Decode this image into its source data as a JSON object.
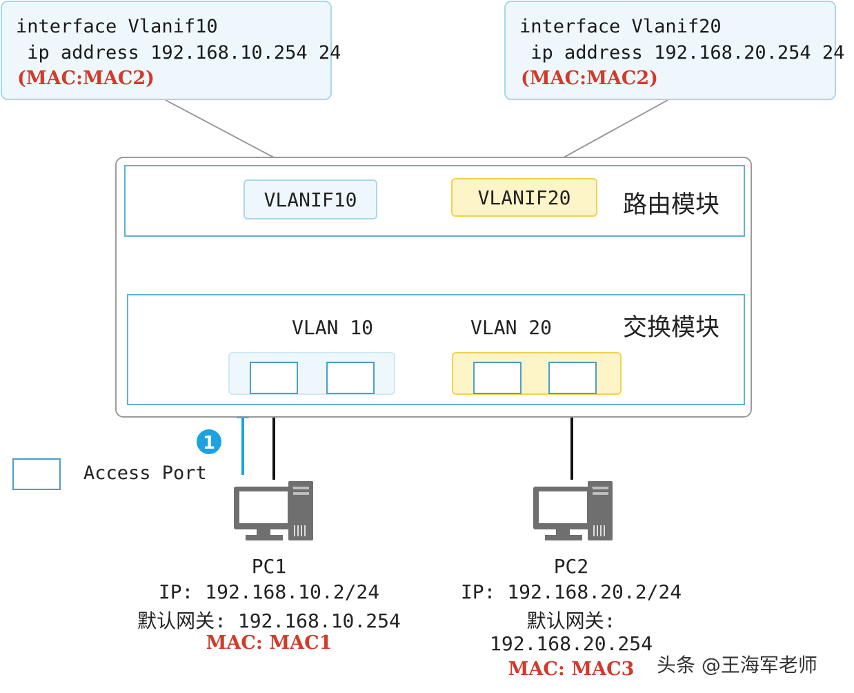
{
  "callouts": {
    "left": {
      "line1": "interface Vlanif10",
      "line2": " ip address 192.168.10.254 24",
      "mac": "(MAC:MAC2)"
    },
    "right": {
      "line1": "interface Vlanif20",
      "line2": " ip address 192.168.20.254 24",
      "mac": "(MAC:MAC2)"
    }
  },
  "device": {
    "routing_module_label": "路由模块",
    "switching_module_label": "交换模块",
    "vlanif10": "VLANIF10",
    "vlanif20": "VLANIF20",
    "vlan10": "VLAN 10",
    "vlan20": "VLAN 20"
  },
  "legend": {
    "access_port_label": "Access Port"
  },
  "step_marker": "1",
  "pc1": {
    "name": "PC1",
    "ip": "IP: 192.168.10.2/24",
    "gateway": "默认网关: 192.168.10.254",
    "mac": "MAC: MAC1"
  },
  "pc2": {
    "name": "PC2",
    "ip": "IP: 192.168.20.2/24",
    "gateway_label": "默认网关:",
    "gateway_value": "192.168.20.254",
    "mac": "MAC: MAC3"
  },
  "watermark": "头条 @王海军老师",
  "colors": {
    "callout_bg": "#eef7fb",
    "callout_border": "#a9d7ea",
    "module_border": "#5fb0d6",
    "vlan20_bg": "#fdf4c7",
    "vlan20_border": "#f0d24d",
    "mac_red": "#d23a2a",
    "arrow_blue": "#1aa3e0"
  }
}
